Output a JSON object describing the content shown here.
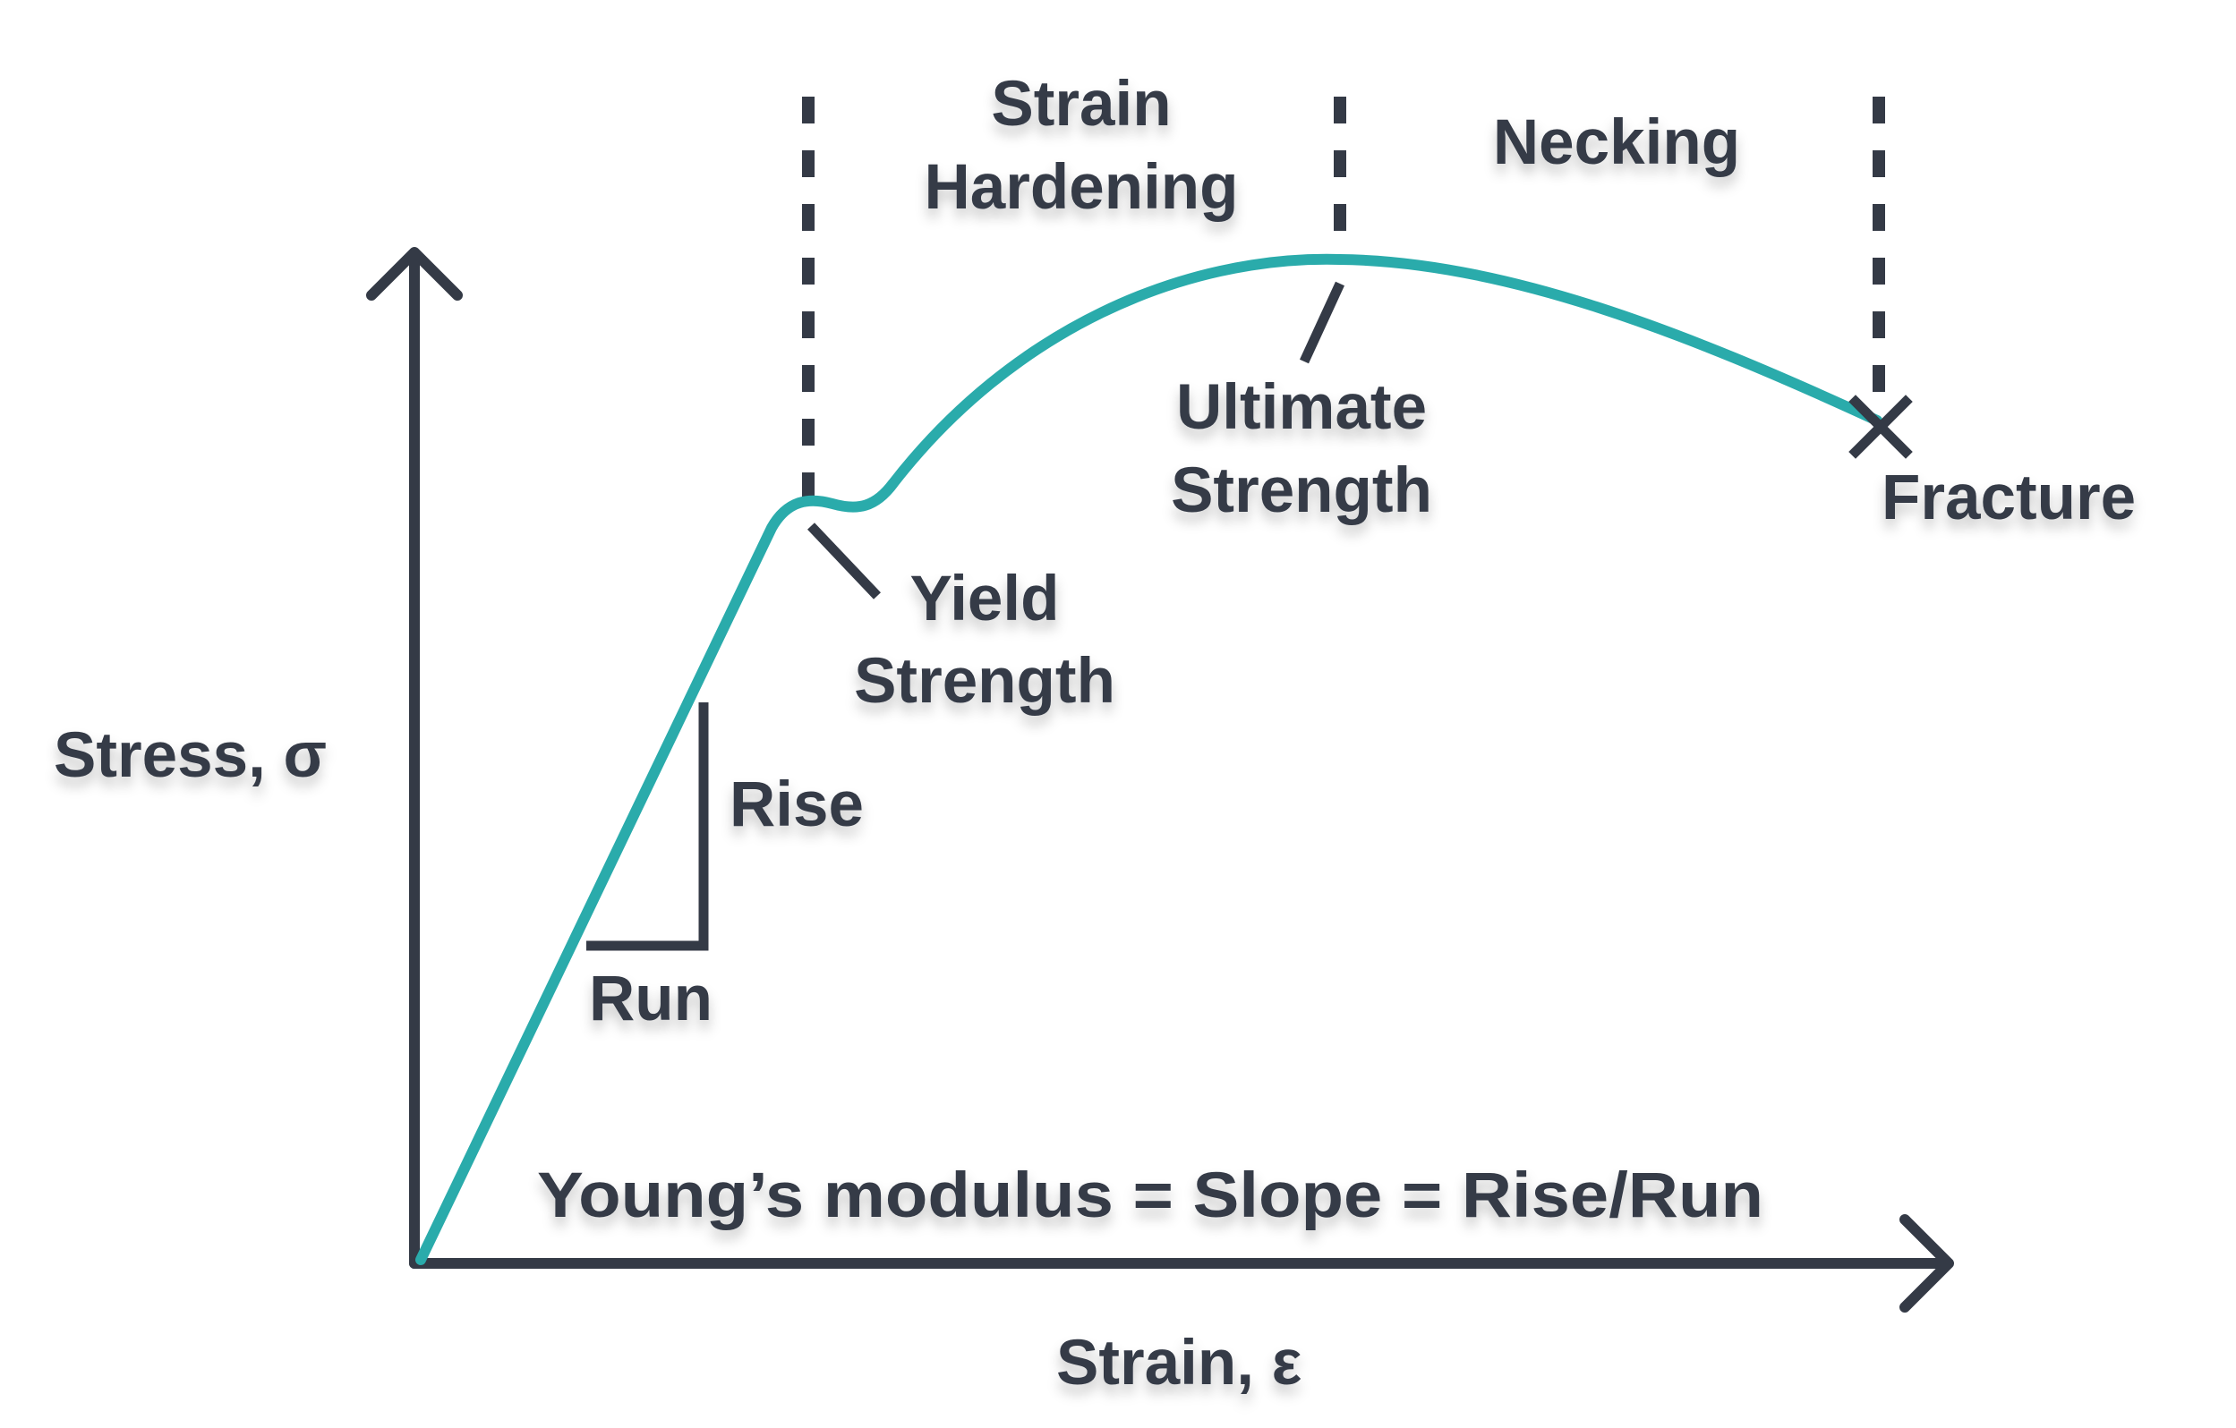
{
  "diagram": {
    "colors": {
      "ink": "#343a46",
      "curve": "#2aabab",
      "background": "#ffffff"
    },
    "axes": {
      "y_label": "Stress, σ",
      "x_label": "Strain, ε"
    },
    "regions": {
      "strain_hardening_line1": "Strain",
      "strain_hardening_line2": "Hardening",
      "necking": "Necking"
    },
    "points": {
      "yield_line1": "Yield",
      "yield_line2": "Strength",
      "ultimate_line1": "Ultimate",
      "ultimate_line2": "Strength",
      "fracture": "Fracture"
    },
    "slope_triangle": {
      "rise": "Rise",
      "run": "Run"
    },
    "formula": "Young’s modulus = Slope = Rise/Run"
  }
}
